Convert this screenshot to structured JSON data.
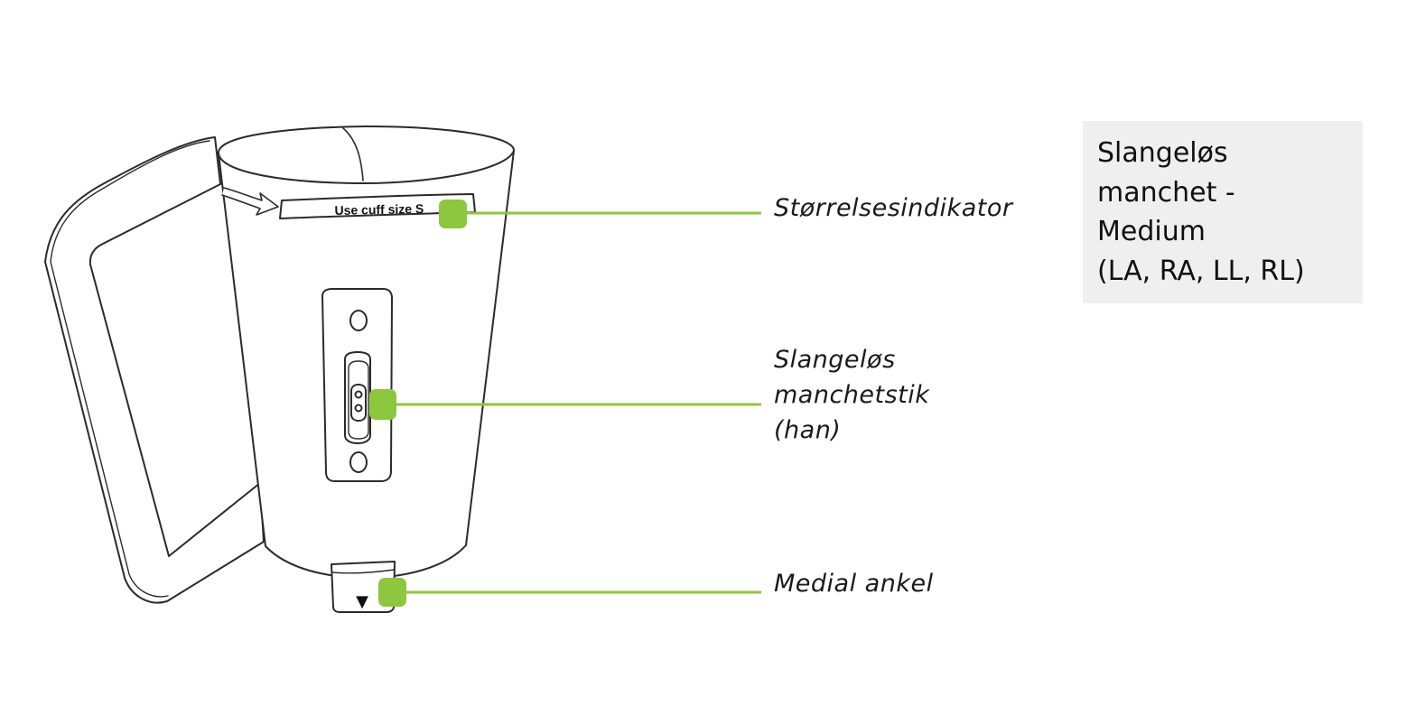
{
  "title_box": {
    "lines": [
      "Slangeløs",
      "manchet -",
      "Medium",
      "(LA, RA, LL, RL)"
    ]
  },
  "cuff": {
    "size_tag_text": "Use cuff size S",
    "ankle_marker": "▼"
  },
  "callouts": [
    {
      "id": "size-indicator",
      "lines": [
        "Størrelsesindikator"
      ]
    },
    {
      "id": "cuff-connector",
      "lines": [
        "Slangeløs",
        "manchetstik",
        "(han)"
      ]
    },
    {
      "id": "medial-ankle",
      "lines": [
        "Medial ankel"
      ]
    }
  ],
  "colors": {
    "accent": "#8dc63f",
    "outline": "#2b2b2b",
    "title_box_bg": "#efeff0"
  }
}
